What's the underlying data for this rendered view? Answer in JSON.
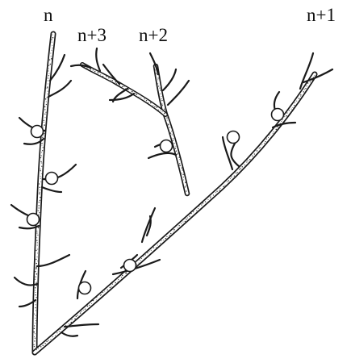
{
  "labels": {
    "n": "n",
    "n_plus_3": "n+3",
    "n_plus_2": "n+2",
    "n_plus_1": "n+1"
  }
}
